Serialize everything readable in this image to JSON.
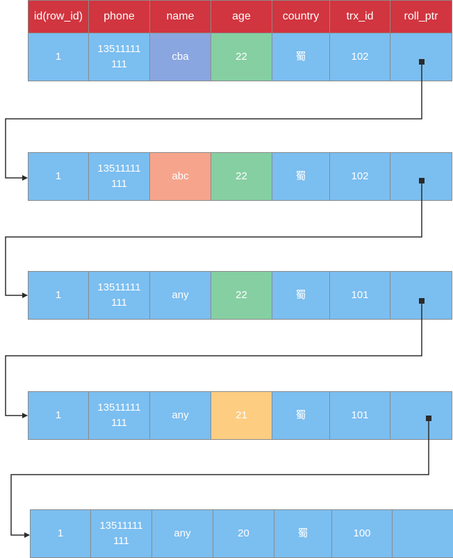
{
  "header": [
    "id(row_id)",
    "phone",
    "name",
    "age",
    "country",
    "trx_id",
    "roll_ptr"
  ],
  "colors": {
    "header": "#d1353f",
    "cell": "#7bbef0",
    "name_cba": "#8aa6e0",
    "name_abc": "#f6a58c",
    "age_22": "#86cfa2",
    "age_21": "#fdcd82",
    "line": "#2b2b2b"
  },
  "rows": [
    {
      "id": "1",
      "phone": "13511111\n111",
      "name": "cba",
      "age": "22",
      "country": "蜀",
      "trx_id": "102",
      "roll_ptr": "",
      "name_color": "#8aa6e0",
      "age_color": "#86cfa2"
    },
    {
      "id": "1",
      "phone": "13511111\n111",
      "name": "abc",
      "age": "22",
      "country": "蜀",
      "trx_id": "102",
      "roll_ptr": "",
      "name_color": "#f6a58c",
      "age_color": "#86cfa2"
    },
    {
      "id": "1",
      "phone": "13511111\n111",
      "name": "any",
      "age": "22",
      "country": "蜀",
      "trx_id": "101",
      "roll_ptr": "",
      "name_color": "#7bbef0",
      "age_color": "#86cfa2"
    },
    {
      "id": "1",
      "phone": "13511111\n111",
      "name": "any",
      "age": "21",
      "country": "蜀",
      "trx_id": "101",
      "roll_ptr": "",
      "name_color": "#7bbef0",
      "age_color": "#fdcd82"
    },
    {
      "id": "1",
      "phone": "13511111\n111",
      "name": "any",
      "age": "20",
      "country": "蜀",
      "trx_id": "100",
      "roll_ptr": "",
      "name_color": "#7bbef0",
      "age_color": "#7bbef0"
    }
  ]
}
